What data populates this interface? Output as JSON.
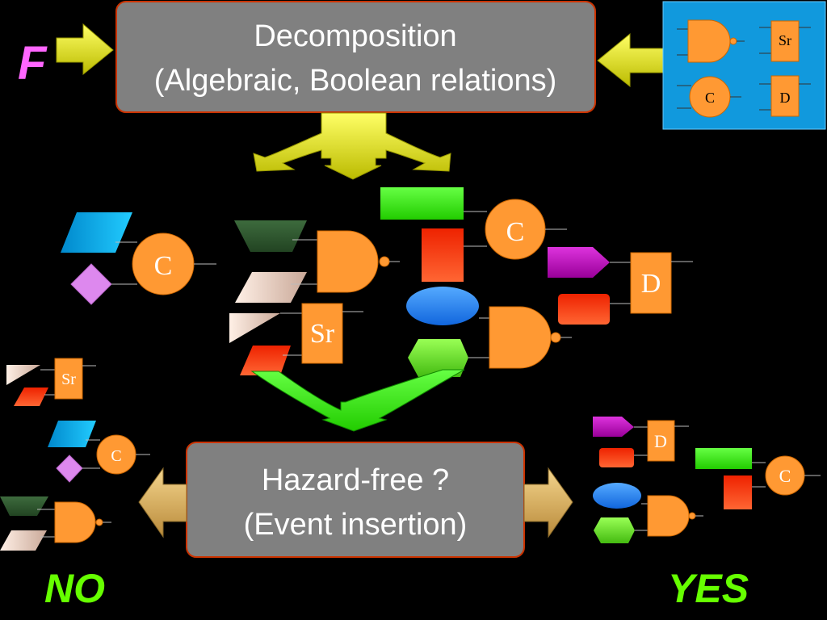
{
  "top_box": {
    "line1": "Decomposition",
    "line2": "(Algebraic, Boolean relations)"
  },
  "bottom_box": {
    "line1": "Hazard-free ?",
    "line2": "(Event insertion)"
  },
  "input_label": "F",
  "outcomes": {
    "no": "NO",
    "yes": "YES"
  },
  "gate_labels": {
    "c": "C",
    "d": "D",
    "sr": "Sr"
  },
  "colors": {
    "background": "#000000",
    "box_fill": "#808080",
    "box_border": "#cc3300",
    "gate_orange": "#ff9933",
    "library_panel": "#1199dd",
    "arrow_yellow": "#dddd00",
    "arrow_green": "#33ee11",
    "arrow_tan": "#ddaa55",
    "label_f": "#ff66ff",
    "label_outcome": "#66ff00"
  },
  "icons": [
    "and-gate-icon",
    "c-element-icon",
    "d-latch-icon",
    "sr-latch-icon"
  ]
}
